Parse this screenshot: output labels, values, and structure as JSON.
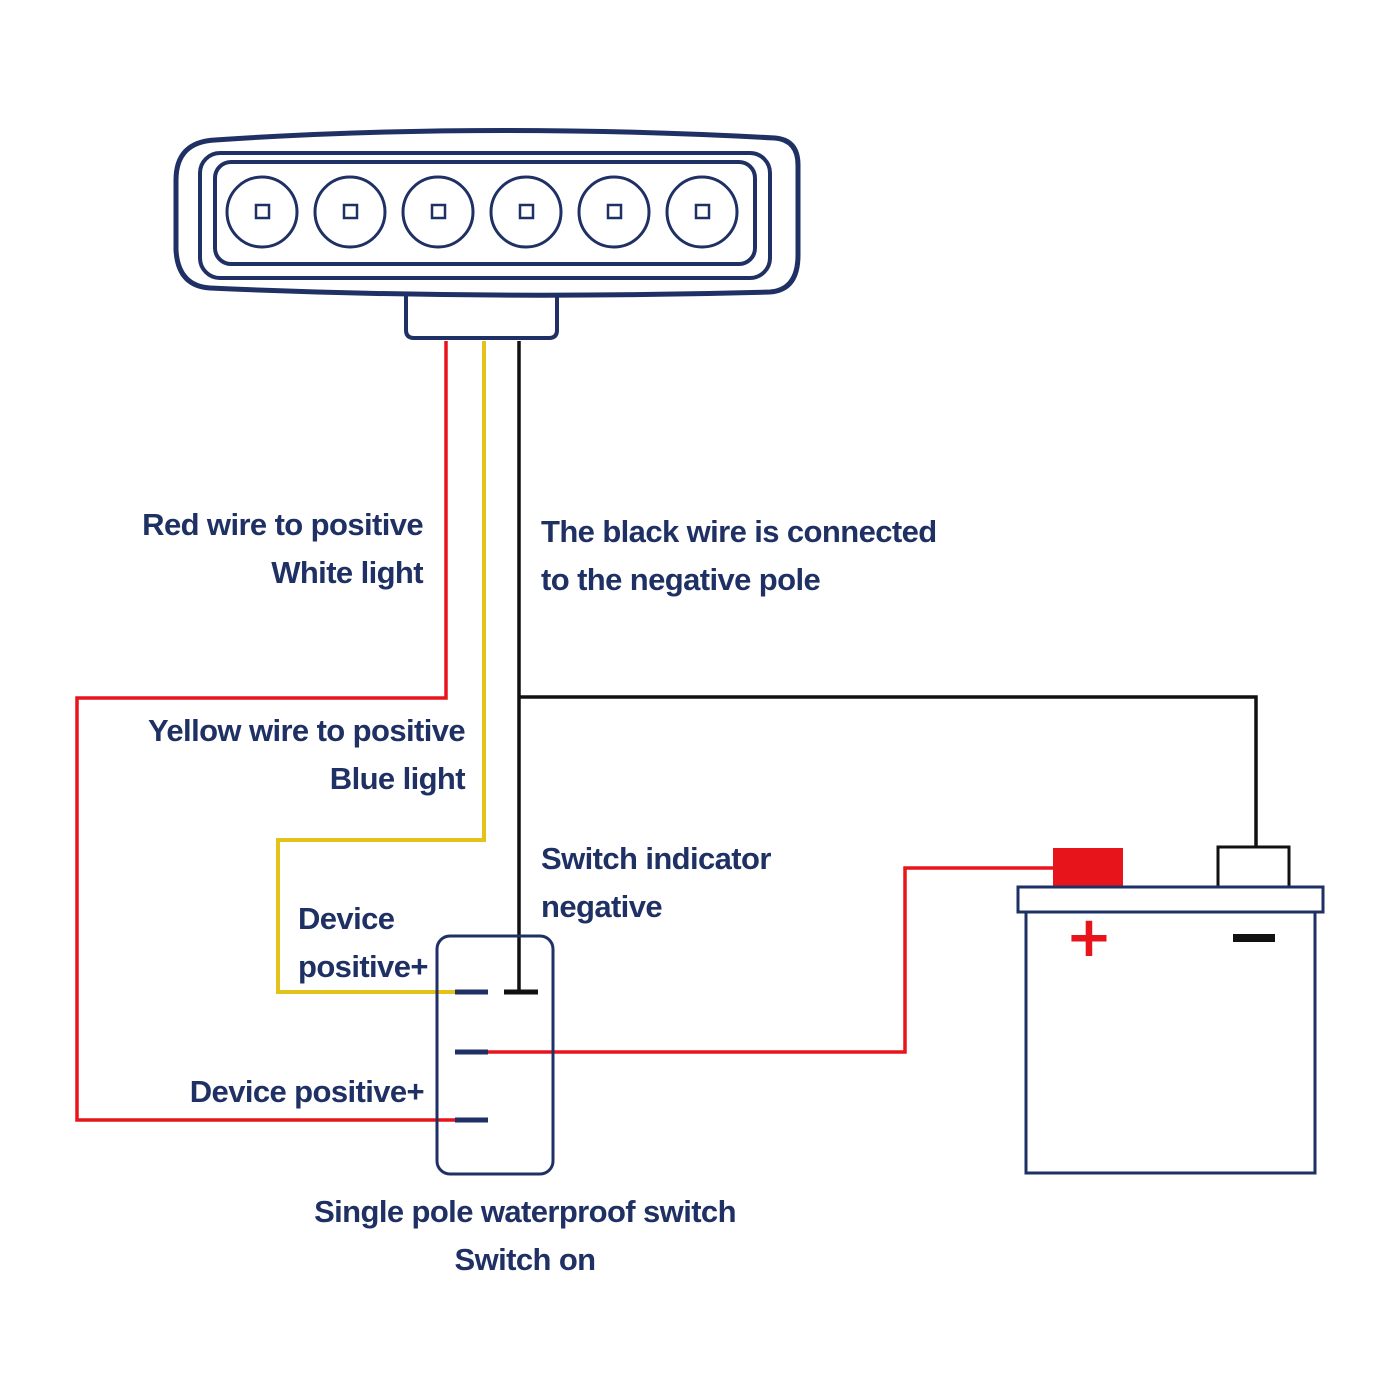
{
  "colors": {
    "outline": "#1f3064",
    "red_wire": "#e8141b",
    "yellow_wire": "#e3c219",
    "black_wire": "#111111",
    "positive_terminal": "#e8141b",
    "background": "#ffffff"
  },
  "labels": {
    "red_wire": [
      "Red wire to positive",
      "White light"
    ],
    "black_wire": [
      "The black wire is connected",
      "to the negative pole"
    ],
    "yellow_wire": [
      "Yellow wire to positive",
      "Blue light"
    ],
    "switch_indicator": [
      "Switch indicator",
      "negative"
    ],
    "device_positive_top": [
      "Device",
      "positive+"
    ],
    "device_positive_bottom": "Device positive+",
    "switch_caption": [
      "Single pole waterproof switch",
      "Switch on"
    ]
  },
  "battery": {
    "plus_symbol": "+",
    "minus_symbol": "−"
  }
}
